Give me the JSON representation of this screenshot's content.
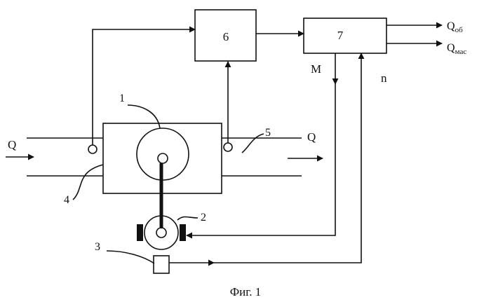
{
  "diagram": {
    "labels": {
      "block6": "6",
      "block7": "7",
      "q_in": "Q",
      "q_out": "Q",
      "q_ob_main": "Q",
      "q_ob_sub": "об",
      "q_mas_main": "Q",
      "q_mas_sub": "мас",
      "m": "M",
      "n": "n",
      "ref1": "1",
      "ref2": "2",
      "ref3": "3",
      "ref4": "4",
      "ref5": "5"
    },
    "caption": "Фиг. 1"
  }
}
